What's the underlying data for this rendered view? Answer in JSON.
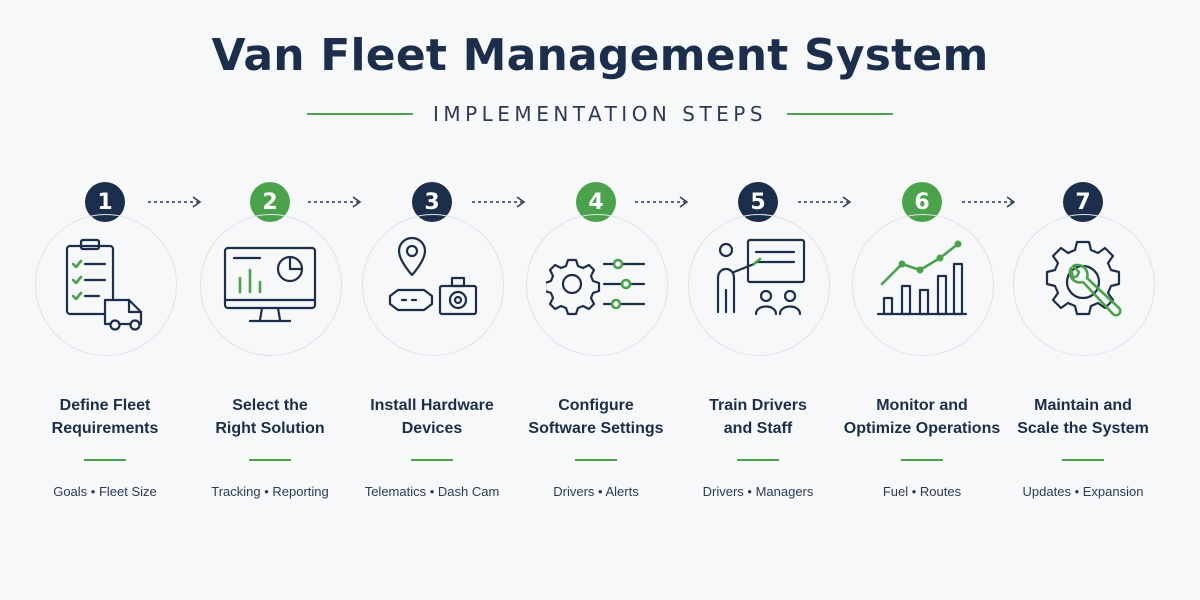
{
  "header": {
    "title": "Van Fleet Management System",
    "subtitle": "IMPLEMENTATION STEPS"
  },
  "colors": {
    "navy": "#1b2e4b",
    "green": "#4aa34a",
    "background": "#f7f8fa"
  },
  "steps": [
    {
      "number": "1",
      "badge_color": "navy",
      "icon": "checklist-van-icon",
      "label_line1": "Define Fleet",
      "label_line2": "Requirements",
      "tags": "Goals • Fleet Size"
    },
    {
      "number": "2",
      "badge_color": "green",
      "icon": "monitor-chart-icon",
      "label_line1": "Select the",
      "label_line2": "Right Solution",
      "tags": "Tracking • Reporting"
    },
    {
      "number": "3",
      "badge_color": "navy",
      "icon": "gps-dashcam-icon",
      "label_line1": "Install Hardware",
      "label_line2": "Devices",
      "tags": "Telematics • Dash Cam"
    },
    {
      "number": "4",
      "badge_color": "green",
      "icon": "gear-sliders-icon",
      "label_line1": "Configure",
      "label_line2": "Software Settings",
      "tags": "Drivers • Alerts"
    },
    {
      "number": "5",
      "badge_color": "navy",
      "icon": "presentation-trainer-icon",
      "label_line1": "Train Drivers",
      "label_line2": "and Staff",
      "tags": "Drivers • Managers"
    },
    {
      "number": "6",
      "badge_color": "green",
      "icon": "growth-chart-icon",
      "label_line1": "Monitor and",
      "label_line2": "Optimize Operations",
      "tags": "Fuel • Routes"
    },
    {
      "number": "7",
      "badge_color": "navy",
      "icon": "gear-wrench-icon",
      "label_line1": "Maintain and",
      "label_line2": "Scale the System",
      "tags": "Updates • Expansion"
    }
  ]
}
